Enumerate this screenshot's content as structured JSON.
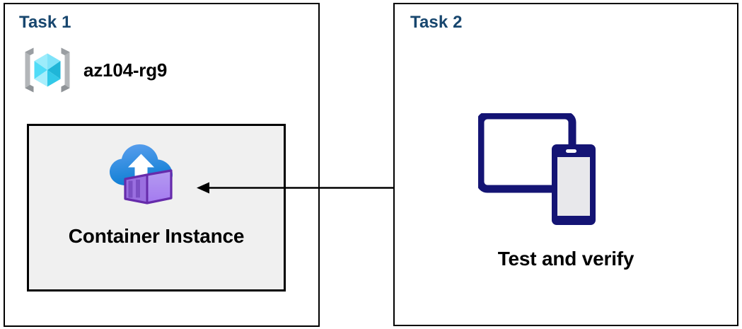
{
  "diagram": {
    "background": "#ffffff",
    "panels": [
      {
        "id": "task1",
        "title": "Task 1",
        "title_color": "#17466e",
        "border_color": "#000000"
      },
      {
        "id": "task2",
        "title": "Task 2",
        "title_color": "#17466e",
        "border_color": "#000000"
      }
    ],
    "resource_group": {
      "icon": "azure-resource-group-icon",
      "label": "az104-rg9",
      "label_color": "#000000",
      "bracket_color": "#a0a4a8",
      "cube_color": "#32d4f5"
    },
    "container_instance": {
      "icon": "azure-container-instance-icon",
      "label": "Container Instance",
      "label_color": "#000000",
      "box_fill": "#f0f0f0",
      "box_border": "#000000",
      "cloud_color": "#1f8fe0",
      "container_color": "#a67af4"
    },
    "devices": {
      "icon": "tablet-and-phone-icon",
      "label": "Test and verify",
      "label_color": "#000000",
      "device_color": "#141474",
      "screen_color": "#e8e8eb"
    },
    "arrow": {
      "name": "flow-arrow-right-to-left",
      "color": "#000000",
      "direction": "left",
      "from": "Test and verify",
      "to": "Container Instance"
    }
  }
}
